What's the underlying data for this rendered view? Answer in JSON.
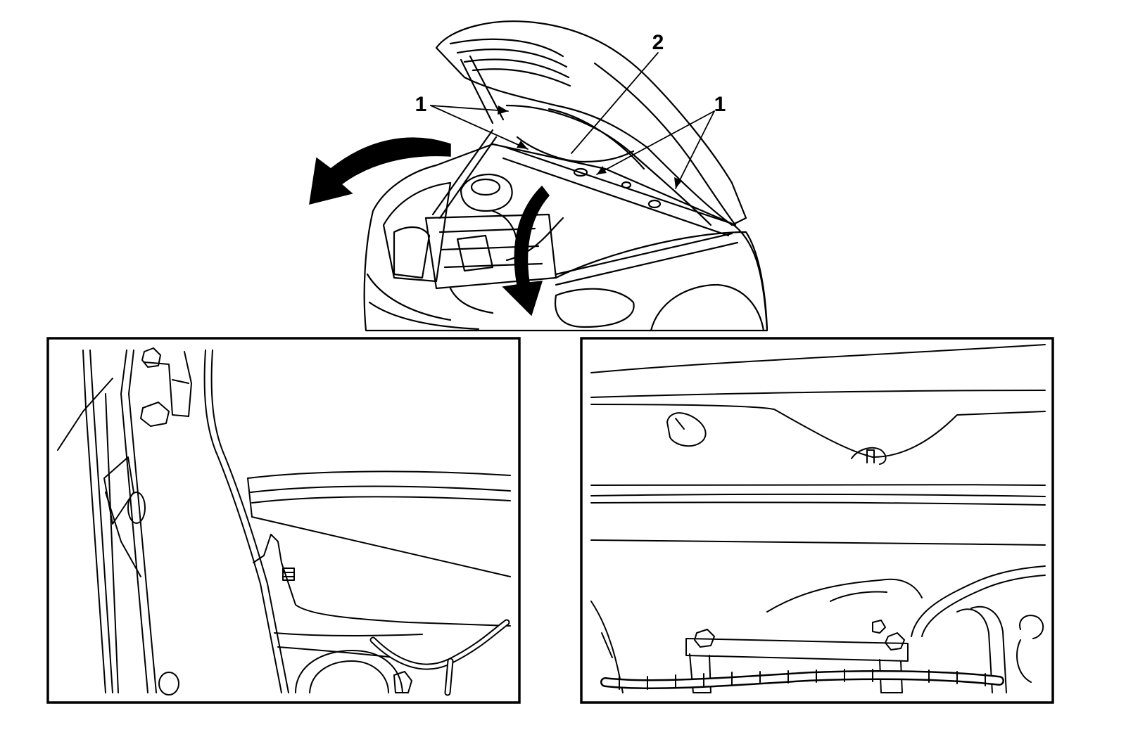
{
  "callouts": {
    "left_group": "1",
    "center": "2",
    "right_group": "1"
  },
  "colors": {
    "line": "#000000",
    "background": "#ffffff"
  }
}
